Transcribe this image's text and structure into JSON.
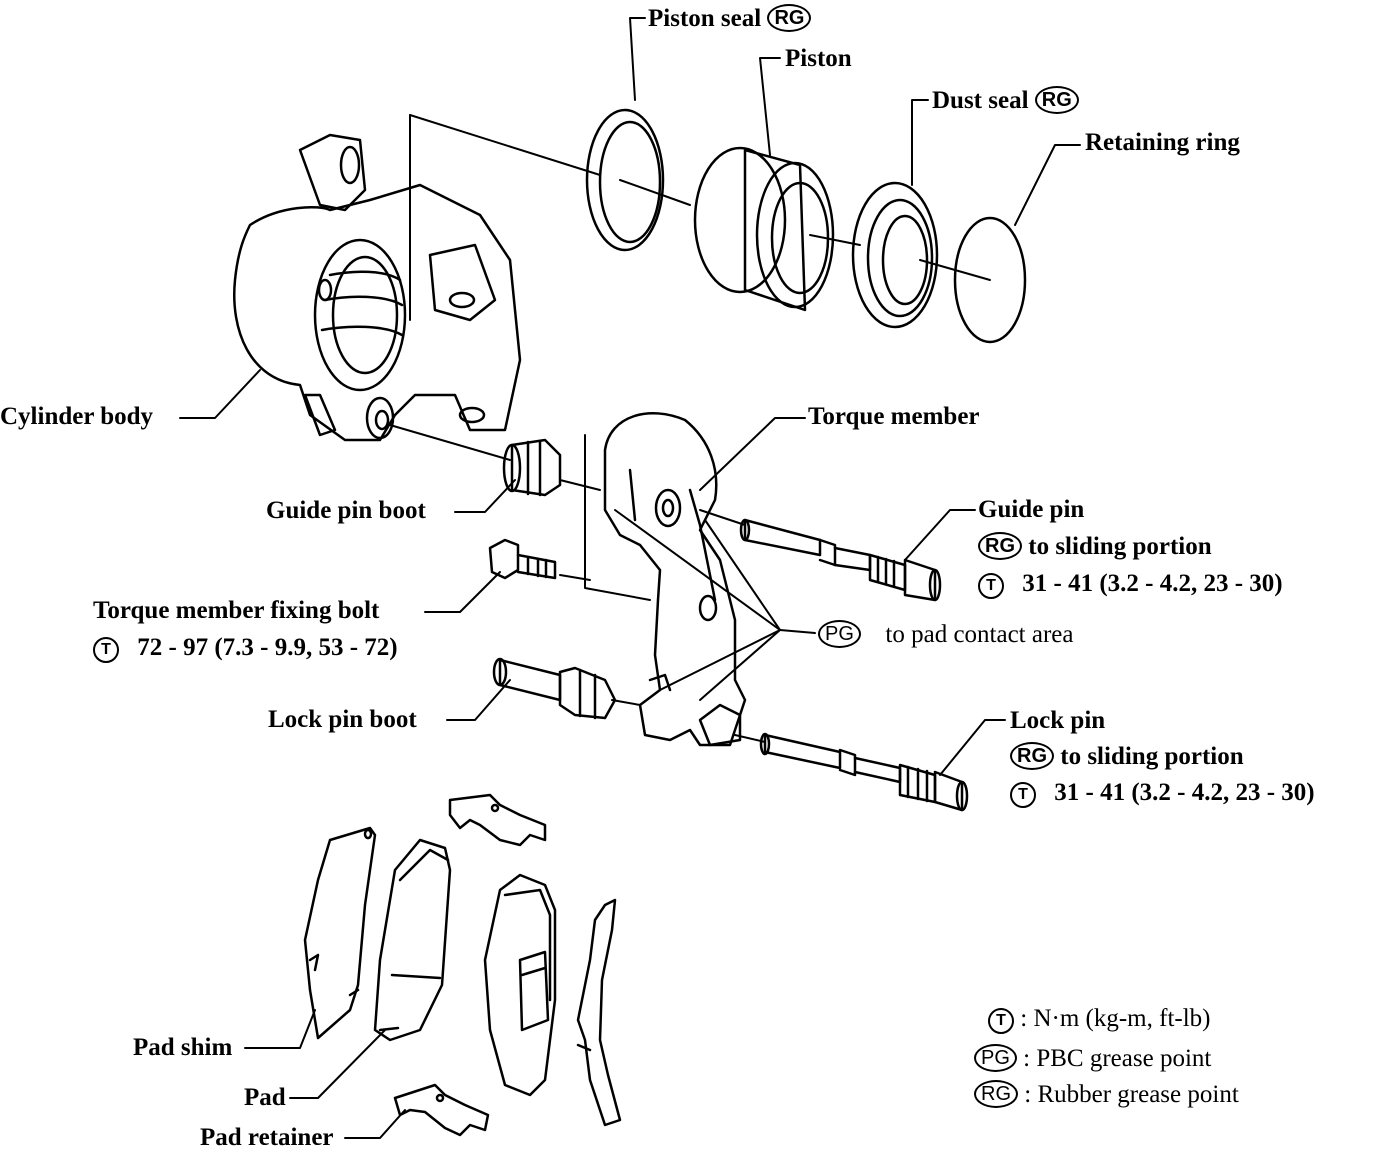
{
  "labels": {
    "piston_seal": "Piston seal",
    "piston": "Piston",
    "dust_seal": "Dust seal",
    "retaining_ring": "Retaining ring",
    "cylinder_body": "Cylinder body",
    "torque_member": "Torque member",
    "guide_pin_boot": "Guide pin boot",
    "guide_pin": "Guide pin",
    "guide_pin_note": "to sliding portion",
    "guide_pin_torque": "31 - 41 (3.2 - 4.2, 23 - 30)",
    "torque_member_fixing_bolt": "Torque member fixing bolt",
    "fixing_bolt_torque": "72 - 97 (7.3 - 9.9, 53 - 72)",
    "pg_note": "to pad contact area",
    "lock_pin_boot": "Lock pin boot",
    "lock_pin": "Lock pin",
    "lock_pin_note": "to sliding portion",
    "lock_pin_torque": "31 - 41 (3.2 - 4.2, 23 - 30)",
    "pad_shim": "Pad shim",
    "pad": "Pad",
    "pad_retainer": "Pad retainer"
  },
  "symbols": {
    "rg": "RG",
    "pg": "PG",
    "t": "T"
  },
  "legend": {
    "t_desc": ":  N·m (kg-m, ft-lb)",
    "pg_desc": ":  PBC grease point",
    "rg_desc": ":  Rubber grease point"
  }
}
